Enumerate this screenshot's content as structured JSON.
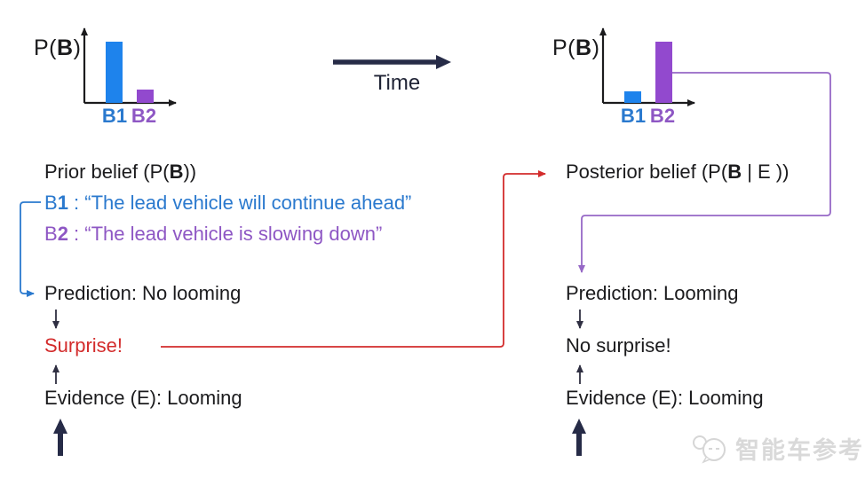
{
  "chart_data": [
    {
      "type": "bar",
      "name": "prior-belief-chart",
      "ylabel": "P(B)",
      "categories": [
        "B1",
        "B2"
      ],
      "values": [
        0.78,
        0.17
      ],
      "colors": [
        "#1E83EC",
        "#9249CE"
      ],
      "ylim": [
        0,
        1
      ],
      "grid": false,
      "legend": "none"
    },
    {
      "type": "bar",
      "name": "posterior-belief-chart",
      "ylabel": "P(B)",
      "categories": [
        "B1",
        "B2"
      ],
      "values": [
        0.15,
        0.78
      ],
      "colors": [
        "#1E83EC",
        "#9249CE"
      ],
      "ylim": [
        0,
        1
      ],
      "grid": false,
      "legend": "none"
    }
  ],
  "pb_label": {
    "pre": "P(",
    "bold": "B",
    "post": ")"
  },
  "axis_labels": {
    "b1_pre": "B",
    "b1_num": "1",
    "b2_pre": "B",
    "b2_num": "2"
  },
  "time": {
    "label": "Time"
  },
  "left": {
    "title_pre": "Prior belief (P(",
    "title_bold": "B",
    "title_post": "))",
    "b1_pre": "B",
    "b1_num": "1",
    "b1_text": " : “The lead vehicle will continue ahead”",
    "b2_pre": "B",
    "b2_num": "2",
    "b2_text": " : “The lead vehicle is slowing down”",
    "prediction": "Prediction: No looming",
    "surprise": "Surprise!",
    "evidence": "Evidence (E): Looming"
  },
  "right": {
    "title_pre": "Posterior belief (P(",
    "title_bold": "B",
    "title_post": " | E ))",
    "prediction": "Prediction: Looming",
    "surprise": "No surprise!",
    "evidence": "Evidence (E): Looming"
  },
  "watermark": {
    "text": "智能车参考"
  },
  "colors": {
    "bar_blue": "#1E83EC",
    "bar_purple": "#9249CE",
    "text_blue": "#2A79CE",
    "text_purple": "#8E57C4",
    "connector_purple": "#9668C6",
    "red": "#D32C2C",
    "navy": "#262B47",
    "black": "#1B1B1D",
    "watermark_gray": "#D9D9D9"
  }
}
